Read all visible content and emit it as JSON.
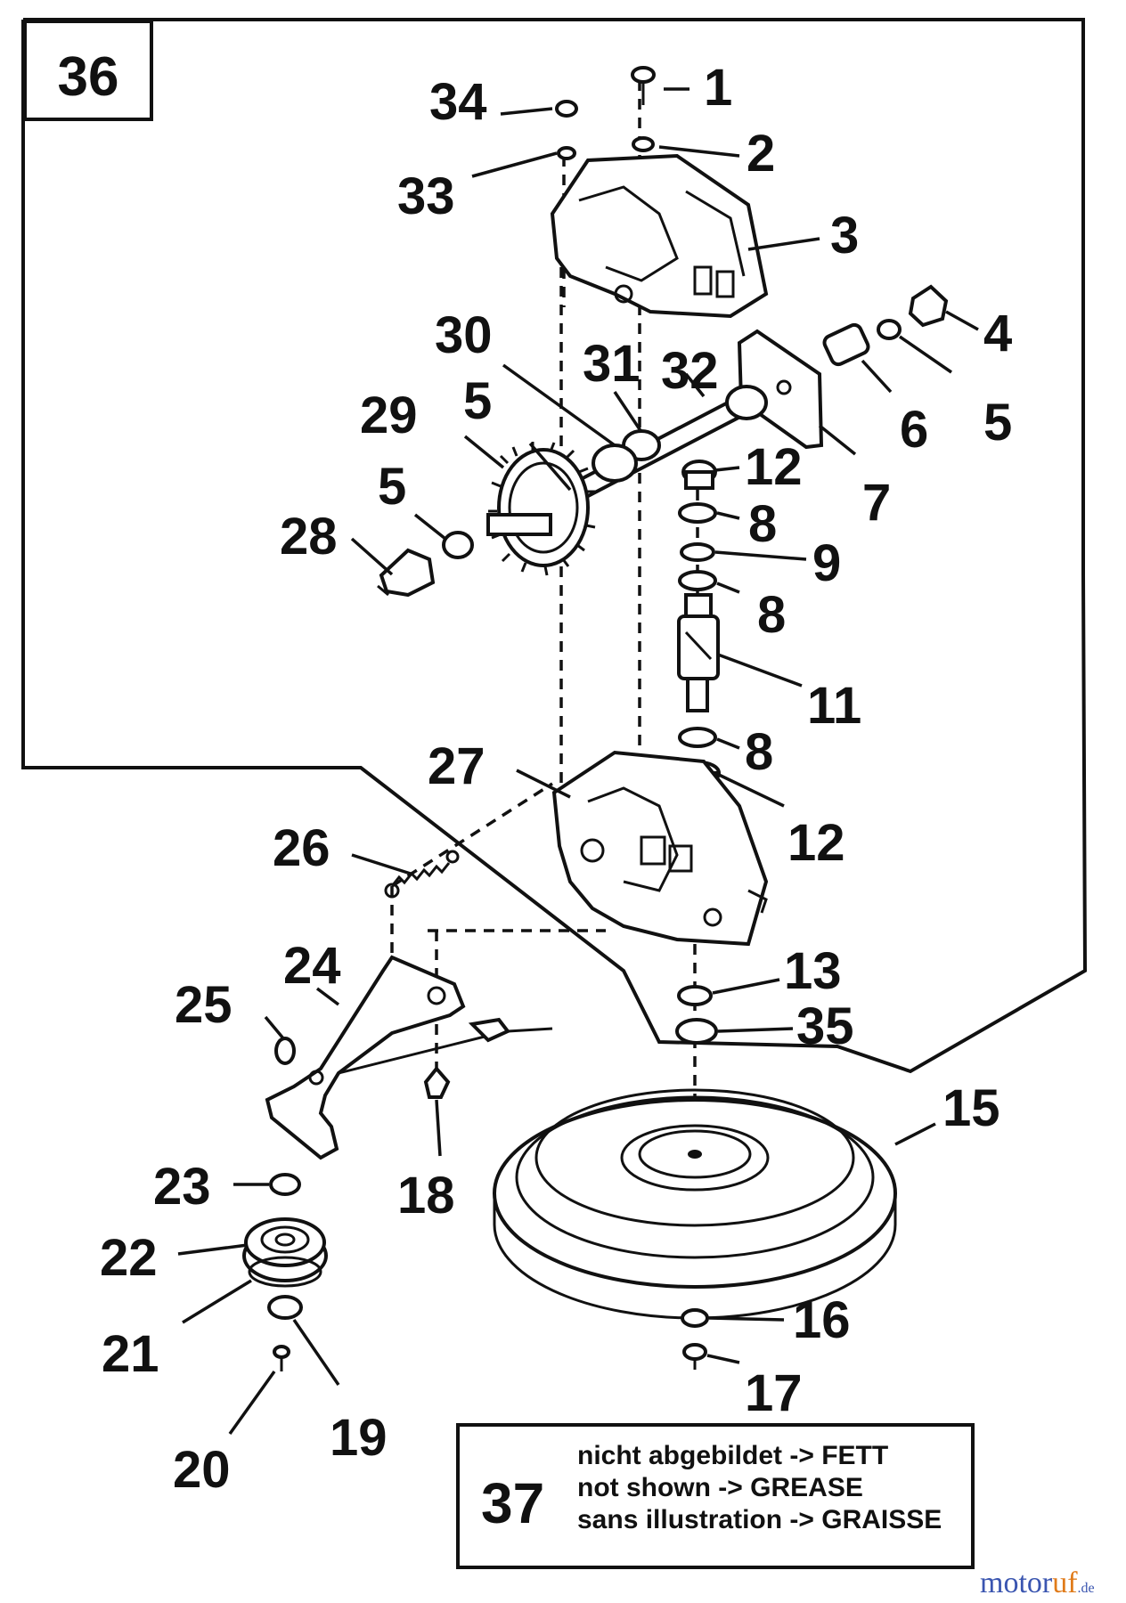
{
  "frame_label": "36",
  "callouts": [
    "1",
    "2",
    "3",
    "4",
    "5",
    "6",
    "5",
    "7",
    "12",
    "8",
    "9",
    "8",
    "11",
    "8",
    "12",
    "32",
    "31",
    "30",
    "29",
    "5",
    "5",
    "28",
    "34",
    "33",
    "27",
    "26",
    "24",
    "25",
    "18",
    "23",
    "22",
    "21",
    "19",
    "20",
    "13",
    "35",
    "15",
    "16",
    "17"
  ],
  "note": {
    "number": "37",
    "lines": [
      "nicht abgebildet -> FETT",
      "not shown -> GREASE",
      "sans illustration -> GRAISSE"
    ]
  },
  "watermark": {
    "part1": "motor",
    "part2": "uf",
    "suffix": ".de"
  },
  "colors": {
    "ink": "#111111",
    "watermark_blue": "#3a55b0",
    "watermark_orange": "#e07b1a"
  }
}
